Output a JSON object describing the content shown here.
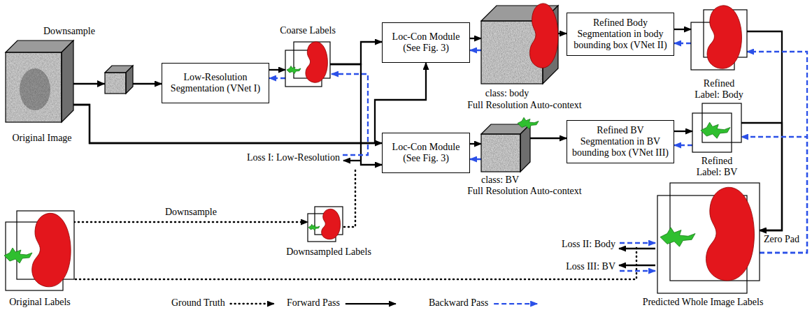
{
  "diagram": {
    "nodes": [
      {
        "text": [
          "Original Image"
        ]
      },
      {
        "text": [
          "Low-Resolution Segmentation (VNet I)"
        ]
      },
      {
        "text": [
          "Coarse Labels"
        ]
      },
      {
        "text": [
          "Loc-Con Module (See Fig. 3)"
        ]
      },
      {
        "text": [
          "class: body",
          "Full Resolution Auto-context"
        ]
      },
      {
        "text": [
          "Refined Body Segmentation in body bounding box (VNet II)"
        ]
      },
      {
        "text": [
          "Refined Label: Body"
        ]
      },
      {
        "text": [
          "Loc-Con Module (See Fig. 3)"
        ]
      },
      {
        "text": [
          "class: BV",
          "Full Resolution Auto-context"
        ]
      },
      {
        "text": [
          "Refined BV Segmentation in BV bounding box (VNet III)"
        ]
      },
      {
        "text": [
          "Refined Label: BV"
        ]
      },
      {
        "text": [
          "Original Labels"
        ]
      },
      {
        "text": [
          "Downsampled Labels"
        ]
      },
      {
        "text": [
          "Predicted Whole Image Labels"
        ]
      }
    ],
    "edges": [
      {
        "from": 0,
        "to": 1,
        "arrow": "to"
      },
      {
        "from": 1,
        "to": 2,
        "arrow": "to"
      },
      {
        "from": 2,
        "to": 1,
        "arrow": "to"
      },
      {
        "from": 2,
        "to": 3,
        "arrow": "to"
      },
      {
        "from": 2,
        "to": 7,
        "arrow": "to"
      },
      {
        "from": 0,
        "to": 3,
        "arrow": "to"
      },
      {
        "from": 0,
        "to": 7,
        "arrow": "to"
      },
      {
        "from": 3,
        "to": 4,
        "arrow": "to"
      },
      {
        "from": 4,
        "to": 3,
        "arrow": "to"
      },
      {
        "from": 4,
        "to": 5,
        "arrow": "to"
      },
      {
        "from": 5,
        "to": 6,
        "arrow": "to"
      },
      {
        "from": 6,
        "to": 5,
        "arrow": "to"
      },
      {
        "from": 7,
        "to": 8,
        "arrow": "to"
      },
      {
        "from": 8,
        "to": 7,
        "arrow": "to"
      },
      {
        "from": 8,
        "to": 9,
        "arrow": "to"
      },
      {
        "from": 9,
        "to": 10,
        "arrow": "to"
      },
      {
        "from": 10,
        "to": 9,
        "arrow": "to"
      },
      {
        "from": 6,
        "to": 13,
        "arrow": "to"
      },
      {
        "from": 10,
        "to": 13,
        "arrow": "to",
        "label": "Zero Pad"
      },
      {
        "from": 13,
        "to": 6,
        "arrow": "to"
      },
      {
        "from": 13,
        "to": 10,
        "arrow": "to"
      },
      {
        "from": 11,
        "to": 12,
        "arrow": "to",
        "label": "Downsample"
      }
    ],
    "labels": [
      "Downsample",
      "Loss I: Low-Resolution",
      "Loss II: Body",
      "Loss III: BV"
    ],
    "legend": [
      {
        "text": "Ground Truth"
      },
      {
        "text": "Forward Pass"
      },
      {
        "text": "Backward Pass"
      }
    ]
  }
}
